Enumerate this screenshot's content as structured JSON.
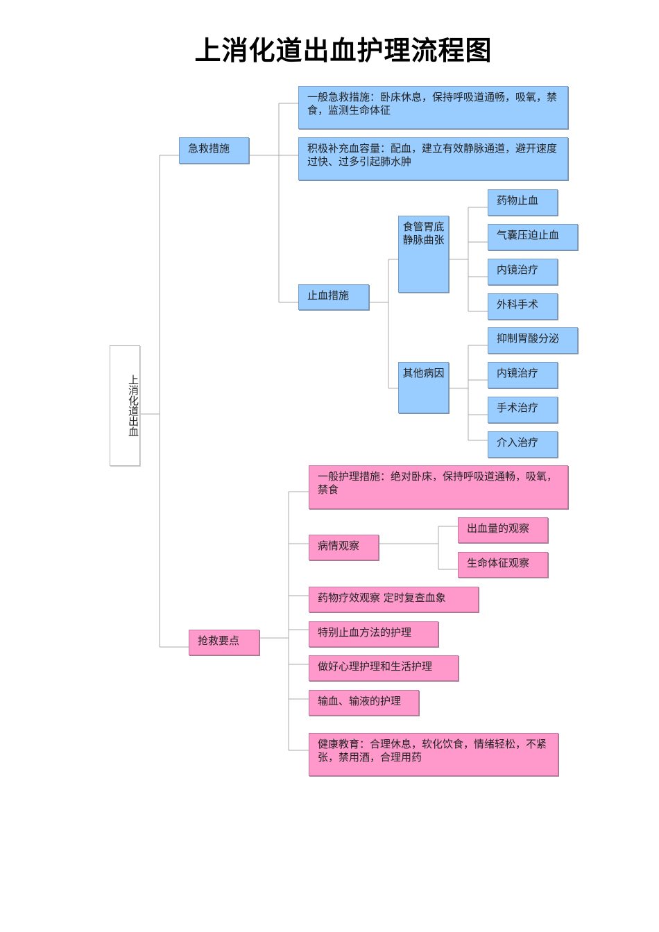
{
  "title": "上消化道出血护理流程图",
  "root": "上消化道出血",
  "branch1": {
    "label": "急救措施",
    "item1": "一般急救措施：卧床休息，保持呼吸道通畅，吸氧，禁食，监测生命体征",
    "item2": "积极补充血容量：配血，建立有效静脉通道，避开速度过快、过多引起肺水肿",
    "stop": {
      "label": "止血措施",
      "varices": {
        "label": "食管胃底静脉曲张",
        "items": [
          "药物止血",
          "气囊压迫止血",
          "内镜治疗",
          "外科手术"
        ]
      },
      "other": {
        "label": "其他病因",
        "items": [
          "抑制胃酸分泌",
          "内镜治疗",
          "手术治疗",
          "介入治疗"
        ]
      }
    }
  },
  "branch2": {
    "label": "抢救要点",
    "item1": "一般护理措施：绝对卧床，保持呼吸道通畅，吸氧，禁食",
    "observe": {
      "label": "病情观察",
      "items": [
        "出血量的观察",
        "生命体征观察"
      ]
    },
    "item3": "药物疗效观察  定时复查血象",
    "item4": "特别止血方法的护理",
    "item5": "做好心理护理和生活护理",
    "item6": "输血、输液的护理",
    "item7": "健康教育：合理休息，软化饮食，情绪轻松，不紧张，禁用酒，合理用药"
  },
  "colors": {
    "emergency": "#99ccff",
    "rescue": "#ff99cc",
    "connector": "#a8a8a8"
  }
}
